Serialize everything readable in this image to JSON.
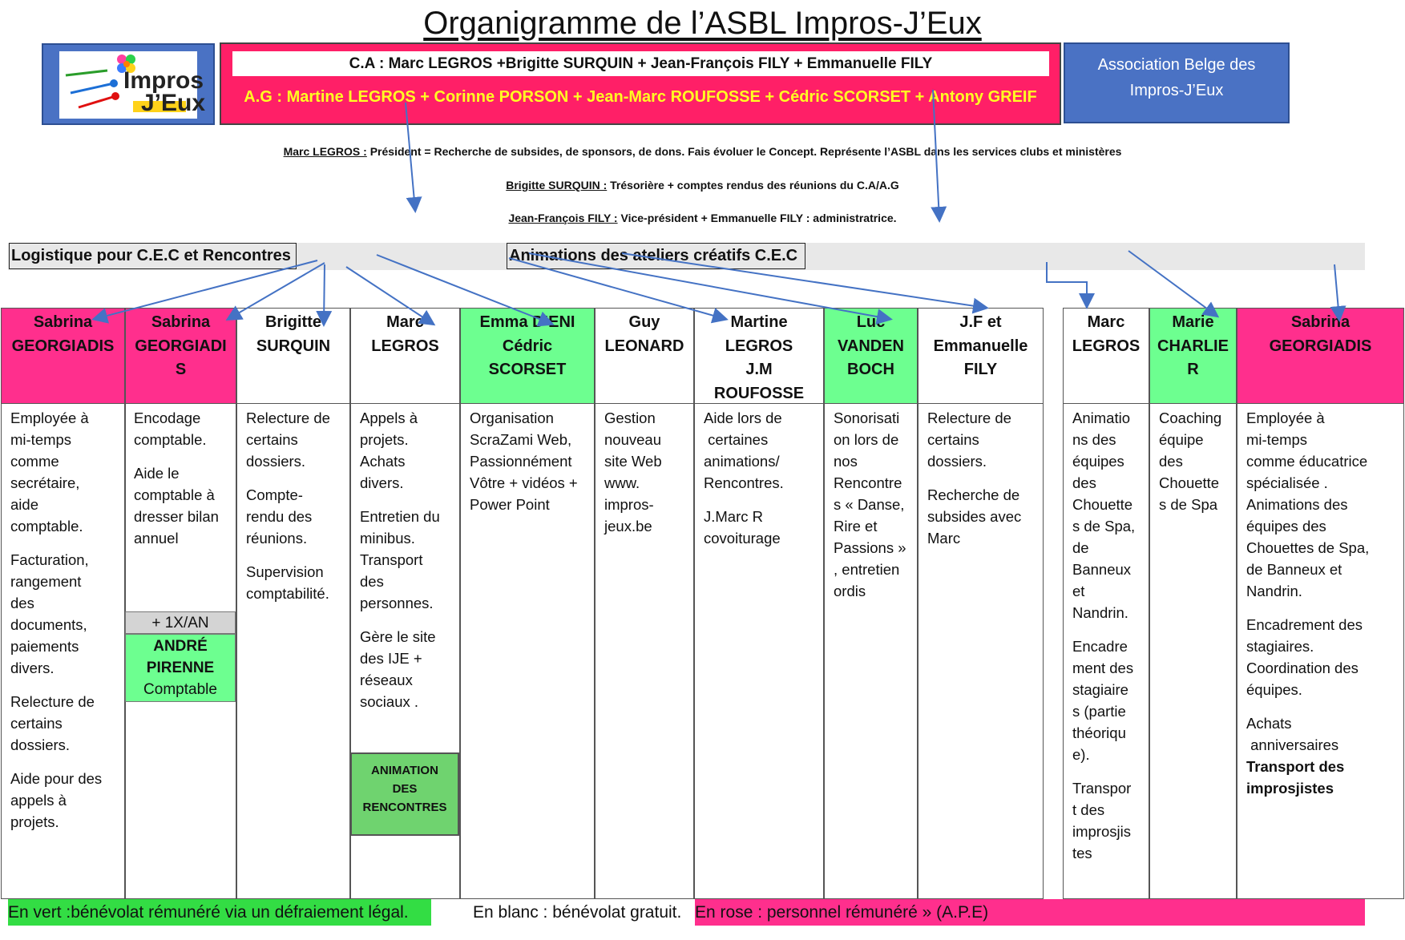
{
  "title": "Organigramme de l’ASBL Impros-J’Eux",
  "logo": {
    "line1": "Impros",
    "line2": "J’Eux"
  },
  "header": {
    "ca": "C.A : Marc LEGROS +Brigitte SURQUIN + Jean-François FILY + Emmanuelle FILY",
    "ag": "A.G : Martine LEGROS + Corinne PORSON + Jean-Marc ROUFOSSE + Cédric SCORSET + Antony GREIF",
    "association_line1": "Association Belge des",
    "association_line2": "Impros-J’Eux"
  },
  "roles": [
    {
      "name": "Marc LEGROS :",
      "text": " Président = Recherche de subsides, de sponsors, de dons. Fais évoluer le Concept. Représente l’ASBL dans les services clubs et ministères"
    },
    {
      "name": "Brigitte SURQUIN :",
      "text": " Trésorière + comptes rendus des réunions du C.A/A.G"
    },
    {
      "name": "Jean-François FILY :",
      "text": " Vice-président + Emmanuelle FILY : administratrice."
    }
  ],
  "sections": {
    "logistique": "Logistique pour C.E.C et Rencontres",
    "animations": "Animations des ateliers créatifs C.E.C"
  },
  "columns": [
    {
      "header": [
        "Sabrina",
        "GEORGIADIS"
      ],
      "body": [
        [
          "Employée à",
          "mi-temps",
          "comme",
          "secrétaire,",
          "aide",
          "comptable."
        ],
        [
          "Facturation,",
          "rangement",
          "des",
          "documents,",
          "paiements",
          "divers."
        ],
        [
          "Relecture de",
          "certains",
          "dossiers."
        ],
        [
          "Aide pour des",
          "appels à",
          "projets."
        ]
      ]
    },
    {
      "header": [
        "Sabrina",
        "GEORGIADI",
        "S"
      ],
      "body": [
        [
          "Encodage",
          "comptable."
        ],
        [
          "Aide le",
          "comptable à",
          "dresser bilan",
          "annuel"
        ]
      ]
    },
    {
      "header": [
        "Brigitte",
        "SURQUIN"
      ],
      "body": [
        [
          "Relecture de",
          "certains",
          "dossiers."
        ],
        [
          "Compte-",
          "rendu des",
          "réunions."
        ],
        [
          "Supervision",
          "comptabilité."
        ]
      ]
    },
    {
      "header": [
        "Marc",
        "LEGROS"
      ],
      "body": [
        [
          "Appels à",
          "projets.",
          "Achats",
          "divers."
        ],
        [
          "Entretien du",
          "minibus.",
          "Transport",
          "des",
          "personnes."
        ],
        [
          "Gère le site",
          "des IJE +",
          "réseaux",
          "sociaux ."
        ]
      ]
    },
    {
      "header": [
        "Emma D’ENI",
        "Cédric",
        "SCORSET"
      ],
      "body": [
        [
          "Organisation",
          "ScraZami Web,",
          "Passionnément",
          "Vôtre + vidéos +",
          "Power Point"
        ]
      ]
    },
    {
      "header": [
        "Guy",
        "LEONARD"
      ],
      "body": [
        [
          "Gestion",
          "nouveau",
          "site Web",
          "www.",
          "impros-",
          "jeux.be"
        ]
      ]
    },
    {
      "header": [
        "Martine",
        "LEGROS",
        "J.M",
        "ROUFOSSE"
      ],
      "body": [
        [
          "Aide lors de",
          " certaines",
          "animations/",
          "Rencontres."
        ],
        [
          "J.Marc R",
          "covoiturage"
        ]
      ]
    },
    {
      "header": [
        "Luc",
        "VANDEN",
        "BOCH"
      ],
      "body": [
        [
          "Sonorisati",
          "on lors de",
          "nos",
          "Rencontre",
          "s « Danse,",
          "Rire et",
          "Passions »",
          ", entretien",
          "ordis"
        ]
      ]
    },
    {
      "header": [
        "J.F et",
        "Emmanuelle",
        "FILY"
      ],
      "body": [
        [
          "Relecture de",
          "certains",
          "dossiers."
        ],
        [
          "Recherche de",
          "subsides avec",
          "Marc"
        ]
      ]
    },
    {
      "header": [
        "Marc",
        "LEGROS"
      ],
      "body": [
        [
          "Animatio",
          "ns des",
          "équipes",
          "des",
          "Chouette",
          "s de Spa,",
          "de",
          "Banneux",
          "et",
          "Nandrin."
        ],
        [
          "Encadre",
          "ment des",
          "stagiaire",
          "s (partie",
          "théoriqu",
          "e)."
        ],
        [
          "Transpor",
          "t des",
          "improsjis",
          "tes"
        ]
      ]
    },
    {
      "header": [
        "Marie",
        "CHARLIE",
        "R"
      ],
      "body": [
        [
          "Coaching",
          "équipe",
          "des",
          "Chouette",
          "s de Spa"
        ]
      ]
    },
    {
      "header": [
        "Sabrina",
        "GEORGIADIS"
      ],
      "body": [
        [
          "Employée à",
          "mi-temps",
          "comme éducatrice",
          "spécialisée .",
          "Animations des",
          "équipes des",
          "Chouettes de Spa,",
          "de Banneux et",
          "Nandrin."
        ],
        [
          "Encadrement des",
          "stagiaires.",
          "Coordination des",
          "équipes."
        ],
        [
          "Achats",
          " anniversaires"
        ]
      ],
      "bold_tail": [
        "Transport des",
        "improsjistes"
      ]
    }
  ],
  "comptable": {
    "freq": "+ 1X/AN",
    "name1": "ANDRÉ",
    "name2": "PIRENNE",
    "role": "Comptable"
  },
  "animation_box": [
    "ANIMATION",
    "DES",
    "RENCONTRES"
  ],
  "legend": {
    "green": "En vert :bénévolat rémunéré via un défraiement légal.",
    "white": "En blanc : bénévolat gratuit.",
    "pink": "En rose : personnel rémunéré » (A.P.E)"
  },
  "colors": {
    "pink": "#ff2f8d",
    "green": "#6dff90",
    "blue": "#4a72c4",
    "ca_red": "#ff1f67",
    "arrow": "#4472c4"
  }
}
